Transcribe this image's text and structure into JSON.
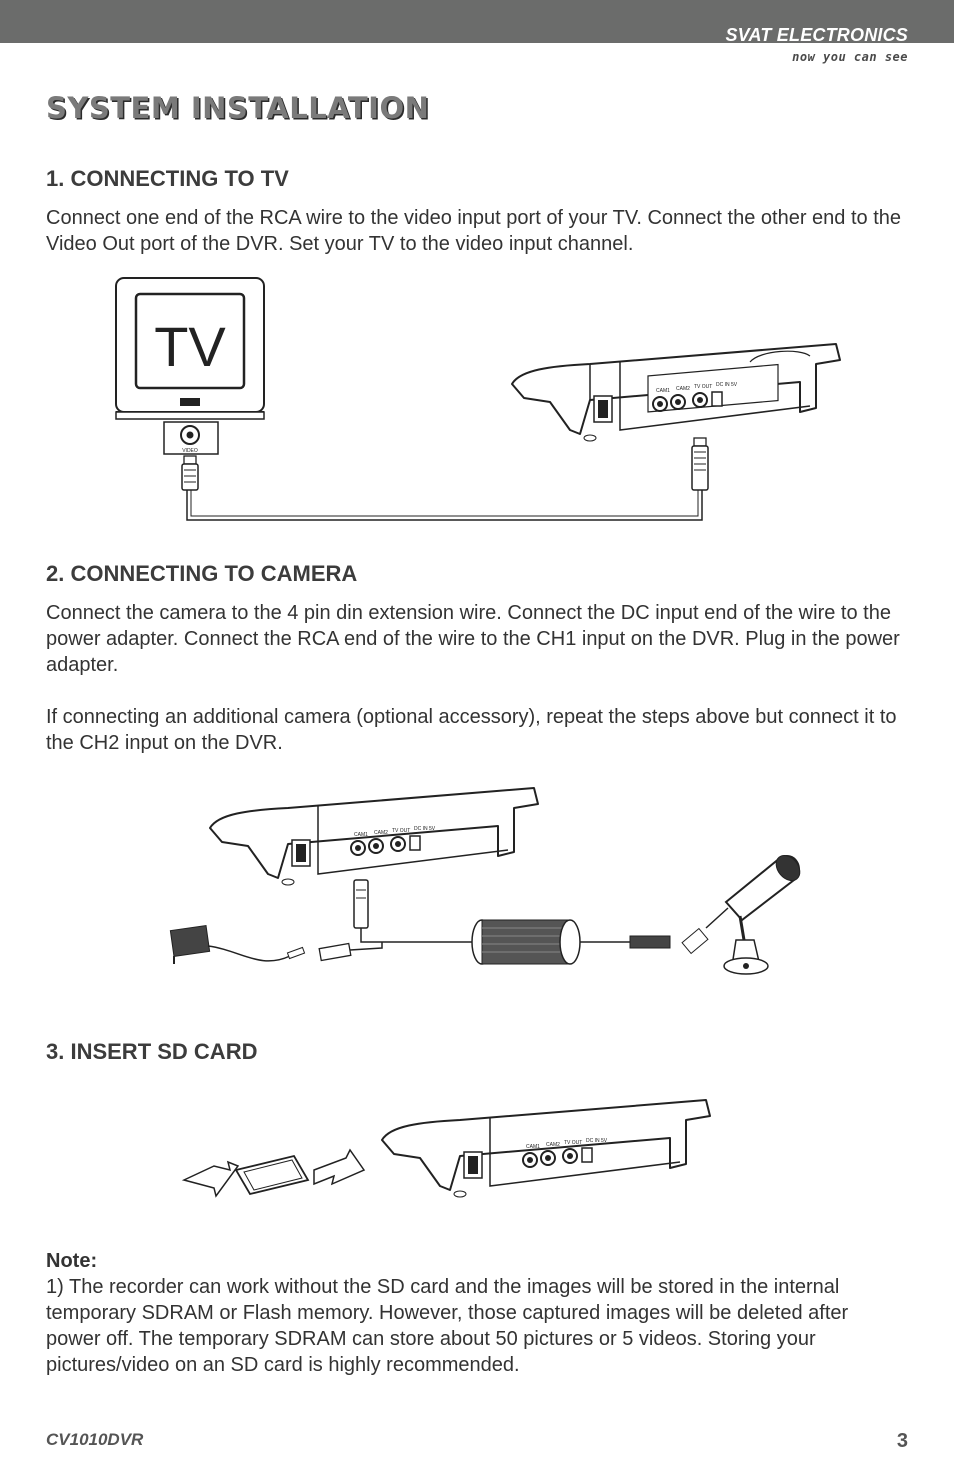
{
  "header": {
    "brand": "SVAT ELECTRONICS",
    "tagline": "now you can see"
  },
  "page_title": "SYSTEM INSTALLATION",
  "sections": [
    {
      "heading": "1. CONNECTING TO TV",
      "paragraphs": [
        "Connect one end of the RCA wire to the video input port of your TV. Connect the other end to the Video Out port of the DVR. Set your TV to the video input channel."
      ]
    },
    {
      "heading": "2. CONNECTING TO CAMERA",
      "paragraphs": [
        "Connect the camera to the 4 pin din extension wire. Connect the DC input end of the wire to the power adapter. Connect the RCA end of the wire to the CH1 input on the DVR. Plug in the power adapter.",
        "If connecting an additional camera (optional accessory), repeat the steps above but connect it to the CH2 input on the DVR."
      ]
    },
    {
      "heading": "3. INSERT SD CARD",
      "paragraphs": []
    }
  ],
  "diagram_labels": {
    "tv": "TV",
    "video_port": "VIDEO",
    "cam1": "CAM1",
    "cam2": "CAM2",
    "tv_out": "TV OUT",
    "dc_in": "DC IN 5V"
  },
  "note": {
    "label": "Note:",
    "text": "1) The recorder can work without the SD card and the images will be stored in the internal temporary SDRAM or Flash memory. However, those captured images will be deleted after power off. The temporary SDRAM can store about 50 pictures or 5 videos. Storing your pictures/video on an SD card is highly recommended."
  },
  "footer": {
    "model": "CV1010DVR",
    "page_number": "3"
  }
}
